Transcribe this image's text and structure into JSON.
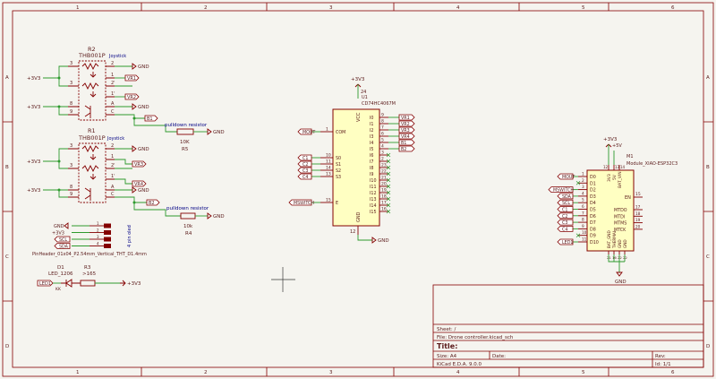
{
  "frame": {
    "cols_top": [
      "1",
      "2",
      "3",
      "4",
      "5",
      "6"
    ],
    "cols_bottom": [
      "1",
      "2",
      "3",
      "4",
      "5",
      "6"
    ],
    "rows_left": [
      "A",
      "B",
      "C",
      "D"
    ],
    "rows_right": [
      "A",
      "B",
      "C",
      "D"
    ]
  },
  "joystick_r2": {
    "ref": "R2",
    "value": "THB001P",
    "desc": "Joystick",
    "pins": [
      "3",
      "2",
      "1",
      "3",
      "2",
      "1",
      "8",
      "A",
      "9",
      "6",
      "C"
    ],
    "pins2": [
      "2'",
      "1'",
      "3'"
    ],
    "nets": {
      "v1": "+3V3",
      "v2": "+3V3",
      "gnd1": "GND",
      "vr1": "VR1",
      "vr2": "VR2",
      "gnd2": "GND",
      "b1": "B1"
    }
  },
  "pulldown_r5": {
    "title": "pulldown resistor",
    "value": "10K",
    "ref": "R5",
    "gnd": "GND"
  },
  "joystick_r1": {
    "ref": "R1",
    "value": "THB001P",
    "desc": "Joystick",
    "pins": [
      "3",
      "2",
      "1",
      "3",
      "2",
      "1",
      "8",
      "A",
      "9",
      "6",
      "C"
    ],
    "pins2": [
      "2'",
      "1'",
      "3'"
    ],
    "nets": {
      "v1": "+3V3",
      "v2": "+3V3",
      "gnd1": "GND",
      "vr3": "VR3",
      "vr4": "VR4",
      "gnd2": "GND",
      "b2": "B2"
    }
  },
  "pulldown_r4": {
    "title": "pulldown resistor",
    "value": "10k",
    "ref": "R4",
    "gnd": "GND"
  },
  "header": {
    "nets": [
      "GND",
      "+3V3",
      "SCL",
      "SDA"
    ],
    "pins": [
      "1",
      "2",
      "3",
      "4"
    ],
    "label": "PinHeader_01x04_P2.54mm_Vertical_THT_D1.4mm",
    "rot": "4 pin oled"
  },
  "led": {
    "ref": "D1",
    "value": "LED_1206",
    "net": "LED1",
    "kk": "KK",
    "r_ref": "R3",
    "r_value": ">165",
    "pwr": "+3V3"
  },
  "mux": {
    "ref": "U1",
    "value": "CD74HC4067M",
    "pwr": "+3V3",
    "vcc_pin": "24",
    "vcc": "VCC",
    "left_pins": [
      {
        "num": "1",
        "name": "COM",
        "net": "MOUT"
      },
      {
        "num": "10",
        "name": "S0",
        "net": "C1"
      },
      {
        "num": "11",
        "name": "S1",
        "net": "C2"
      },
      {
        "num": "14",
        "name": "S2",
        "net": "C3"
      },
      {
        "num": "13",
        "name": "S3",
        "net": "C4"
      },
      {
        "num": "15",
        "name": "E",
        "net": "MSWITCH"
      }
    ],
    "right_pins": [
      {
        "num": "9",
        "name": "I0",
        "net": "VR1"
      },
      {
        "num": "8",
        "name": "I1",
        "net": "VR2"
      },
      {
        "num": "7",
        "name": "I2",
        "net": "VR3"
      },
      {
        "num": "6",
        "name": "I3",
        "net": "VR4"
      },
      {
        "num": "5",
        "name": "I4",
        "net": "B1"
      },
      {
        "num": "4",
        "name": "I5",
        "net": "B2"
      },
      {
        "num": "3",
        "name": "I6",
        "net": ""
      },
      {
        "num": "2",
        "name": "I7",
        "net": ""
      },
      {
        "num": "23",
        "name": "I8",
        "net": ""
      },
      {
        "num": "22",
        "name": "I9",
        "net": ""
      },
      {
        "num": "21",
        "name": "I10",
        "net": ""
      },
      {
        "num": "20",
        "name": "I11",
        "net": ""
      },
      {
        "num": "19",
        "name": "I12",
        "net": ""
      },
      {
        "num": "18",
        "name": "I13",
        "net": ""
      },
      {
        "num": "17",
        "name": "I14",
        "net": ""
      },
      {
        "num": "16",
        "name": "I15",
        "net": ""
      }
    ],
    "gnd_pin": "12",
    "gnd_name": "GND",
    "gnd": "GND"
  },
  "esp": {
    "ref": "M1",
    "value": "Module_XIAO-ESP32C3",
    "pwr": "+3V3",
    "pwr2": "+5V",
    "top_pins": [
      "3V3",
      "5V",
      "BAT_VIN"
    ],
    "top_nums": [
      "12",
      "13",
      "14"
    ],
    "en": "EN",
    "en_num": "15",
    "left_pins": [
      {
        "num": "1",
        "name": "D0",
        "net": "MOUT"
      },
      {
        "num": "2",
        "name": "D1",
        "net": ""
      },
      {
        "num": "3",
        "name": "D2",
        "net": "MSWITCH"
      },
      {
        "num": "4",
        "name": "D3",
        "net": "SDA"
      },
      {
        "num": "5",
        "name": "D4",
        "net": "SCL"
      },
      {
        "num": "6",
        "name": "D5",
        "net": "C1"
      },
      {
        "num": "7",
        "name": "D6",
        "net": "C2"
      },
      {
        "num": "8",
        "name": "D7",
        "net": "C3"
      },
      {
        "num": "9",
        "name": "D8",
        "net": "C4"
      },
      {
        "num": "10",
        "name": "D9",
        "net": ""
      },
      {
        "num": "11",
        "name": "D10",
        "net": "LED1"
      }
    ],
    "right_pins": [
      {
        "num": "17",
        "name": "MTDO"
      },
      {
        "num": "18",
        "name": "MTDI"
      },
      {
        "num": "19",
        "name": "MTMS"
      },
      {
        "num": "20",
        "name": "MTCK"
      }
    ],
    "bottom_pins": [
      "BAT_GND",
      "THERMAL",
      "GND",
      "GND"
    ],
    "bottom_nums": [
      "21",
      "16",
      "22",
      "22"
    ],
    "gnd": "GND"
  },
  "title_block": {
    "sheet_label": "Sheet: /",
    "file_label": "File: Drone controller.kicad_sch",
    "title_label": "Title:",
    "size_label": "Size: A4",
    "date_label": "Date:",
    "rev_label": "Rev:",
    "app": "KiCad E.D.A. 9.0.0",
    "id": "Id: 1/1"
  }
}
